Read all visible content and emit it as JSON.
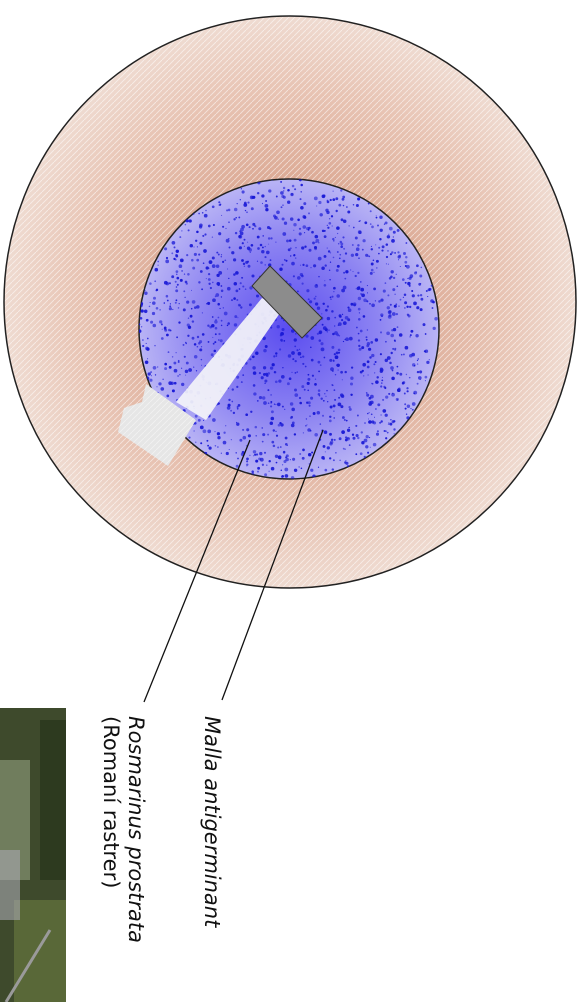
{
  "labels": {
    "mesh": "Malla antigerminant",
    "plant_name": "Rosmarinus prostrata",
    "plant_common": "(Romaní rastrer)"
  },
  "colors": {
    "outer_ring": "#e6bfae",
    "inner_disc": "#8a80f0",
    "inner_dots": "#1a1ad6",
    "rect_block": "#8a8a8a",
    "pale_patch": "#e4e4e4",
    "outline": "#222222",
    "leader_line": "#111111"
  },
  "photo_strip": {
    "description_icon": "garden-photo-strip"
  }
}
